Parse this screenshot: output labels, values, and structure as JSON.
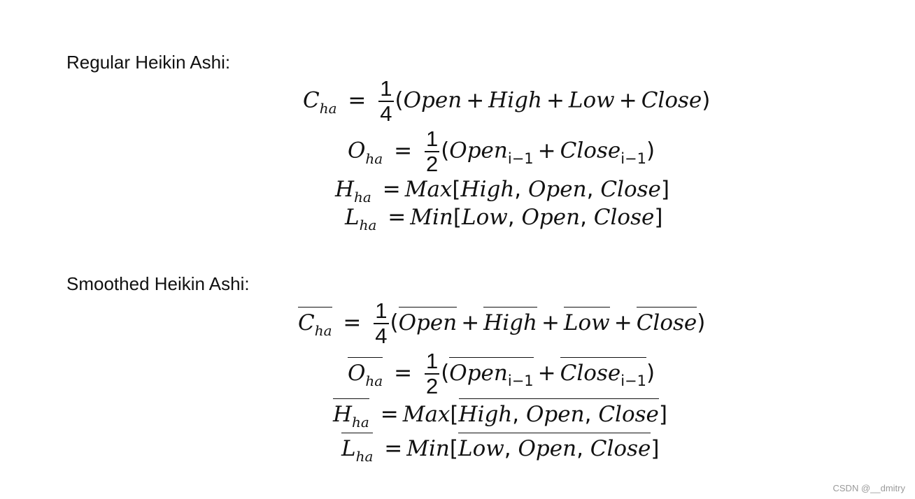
{
  "sections": {
    "regular": {
      "heading": "Regular Heikin Ashi:",
      "c": {
        "lhs": "C",
        "sub": "ha",
        "eq": "=",
        "num": "1",
        "den": "4",
        "lp": "(",
        "t1": "Open",
        "p1": "+",
        "t2": "High",
        "p2": "+",
        "t3": "Low",
        "p3": "+",
        "t4": "Close",
        "rp": ")"
      },
      "o": {
        "lhs": "O",
        "sub": "ha",
        "eq": "=",
        "num": "1",
        "den": "2",
        "lp": "(",
        "t1": "Open",
        "s1": "i−1",
        "p1": "+",
        "t2": "Close",
        "s2": "i−1",
        "rp": ")"
      },
      "h": {
        "lhs": "H",
        "sub": "ha",
        "eq": "=",
        "fn": "Max",
        "lb": "[",
        "t1": "High",
        "c1": ",",
        "t2": "Open",
        "c2": ",",
        "t3": "Close",
        "rb": "]"
      },
      "l": {
        "lhs": "L",
        "sub": "ha",
        "eq": "=",
        "fn": "Min",
        "lb": "[",
        "t1": "Low",
        "c1": ",",
        "t2": "Open",
        "c2": ",",
        "t3": "Close",
        "rb": "]"
      }
    },
    "smoothed": {
      "heading": "Smoothed Heikin Ashi:",
      "c": {
        "lhs": "C",
        "sub": "ha",
        "eq": "=",
        "num": "1",
        "den": "4",
        "lp": "(",
        "t1": "Open",
        "p1": "+",
        "t2": "High",
        "p2": "+",
        "t3": "Low",
        "p3": "+",
        "t4": "Close",
        "rp": ")"
      },
      "o": {
        "lhs": "O",
        "sub": "ha",
        "eq": "=",
        "num": "1",
        "den": "2",
        "lp": "(",
        "t1": "Open",
        "s1": "i−1",
        "p1": "+",
        "t2": "Close",
        "s2": "i−1",
        "rp": ")"
      },
      "h": {
        "lhs": "H",
        "sub": "ha",
        "eq": "=",
        "fn": "Max",
        "lb": "[",
        "t1": "High",
        "c1": ",",
        "t2": "Open",
        "c2": ",",
        "t3": "Close",
        "rb": "]"
      },
      "l": {
        "lhs": "L",
        "sub": "ha",
        "eq": "=",
        "fn": "Min",
        "lb": "[",
        "t1": "Low",
        "c1": ",",
        "t2": "Open",
        "c2": ",",
        "t3": "Close",
        "rb": "]"
      }
    }
  },
  "watermark": "CSDN @__dmitry"
}
